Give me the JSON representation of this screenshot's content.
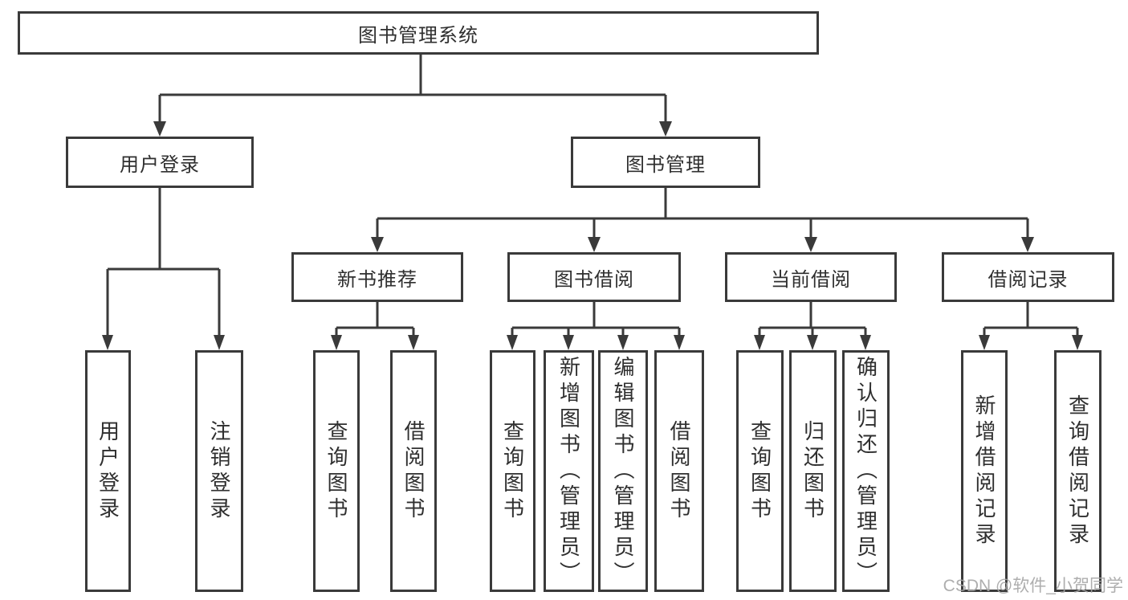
{
  "diagram": {
    "title": "图书管理系统",
    "branches": [
      {
        "label": "用户登录",
        "children": [
          "用户登录",
          "注销登录"
        ]
      },
      {
        "label": "图书管理",
        "sections": [
          {
            "label": "新书推荐",
            "children": [
              "查询图书",
              "借阅图书"
            ]
          },
          {
            "label": "图书借阅",
            "children": [
              "查询图书",
              "新增图书（管理员）",
              "编辑图书（管理员）",
              "借阅图书"
            ]
          },
          {
            "label": "当前借阅",
            "children": [
              "查询图书",
              "归还图书",
              "确认归还（管理员）"
            ]
          },
          {
            "label": "借阅记录",
            "children": [
              "新增借阅记录",
              "查询借阅记录"
            ]
          }
        ]
      }
    ]
  },
  "watermark": {
    "text": "CSDN @软件_小贺同学"
  },
  "colors": {
    "line": "#3a3a3a",
    "box_border": "#3a3a3a",
    "text": "#2f2f2f",
    "watermark": "#a5a5a5",
    "background": "#ffffff"
  }
}
